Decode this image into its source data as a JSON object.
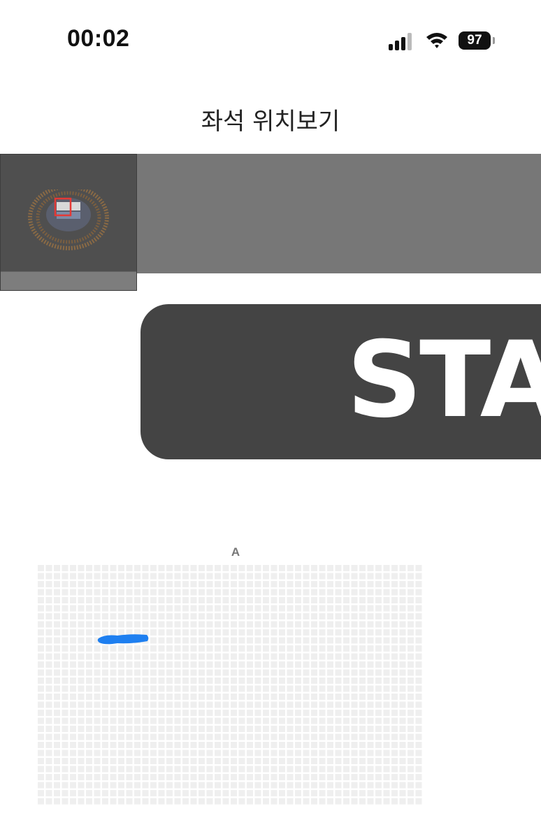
{
  "status_bar": {
    "time": "00:02",
    "signal_icon": "cellular-signal-icon",
    "wifi_icon": "wifi-icon",
    "battery_level": "97"
  },
  "header": {
    "title": "좌석 위치보기"
  },
  "seat_map": {
    "stage_label": "STAGE",
    "section_label": "A",
    "seat_rows": 30,
    "seat_columns": 48,
    "colors": {
      "background_band": "#777777",
      "stage": "#444444",
      "seat": "#efefef",
      "selected": "#1e7ff0",
      "minimap_box": "#e53935"
    }
  }
}
